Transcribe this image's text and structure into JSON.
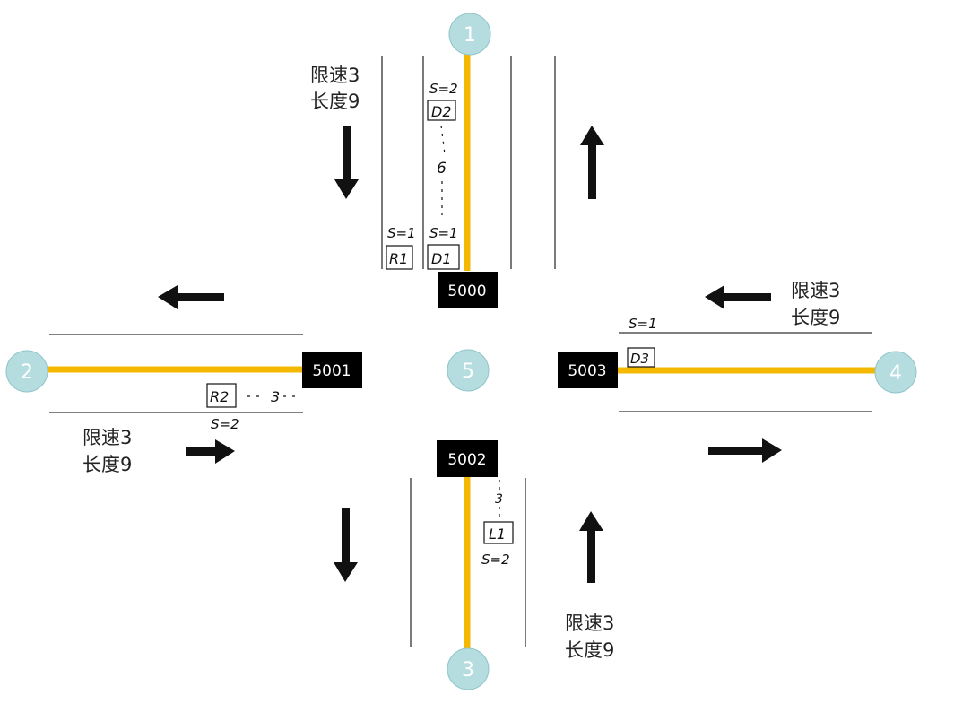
{
  "nodes": [
    {
      "id": "1",
      "label": "1"
    },
    {
      "id": "2",
      "label": "2"
    },
    {
      "id": "3",
      "label": "3"
    },
    {
      "id": "4",
      "label": "4"
    },
    {
      "id": "5",
      "label": "5"
    }
  ],
  "junctions": {
    "north": "5000",
    "west": "5001",
    "south": "5002",
    "east": "5003"
  },
  "road_labels": {
    "north": {
      "speed": "限速3",
      "length": "长度9"
    },
    "east": {
      "speed": "限速3",
      "length": "长度9"
    },
    "west": {
      "speed": "限速3",
      "length": "长度9"
    },
    "south": {
      "speed": "限速3",
      "length": "长度9"
    }
  },
  "annotations": {
    "d2_s": "S=2",
    "d2_box": "D2",
    "gap_north": "6",
    "d1_s": "S=1",
    "d1_box": "D1",
    "r1_s": "S=1",
    "r1_box": "R1",
    "d3_s": "S=1",
    "d3_box": "D3",
    "r2_box": "R2",
    "gap_west": "3",
    "r2_s": "S=2",
    "gap_south": "3",
    "l1_box": "L1",
    "l1_s": "S=2"
  },
  "colors": {
    "road_center": "#f5b800",
    "node_fill": "#b5dde0",
    "junction_fill": "#000000",
    "arrow": "#111111",
    "lane_line": "#333333"
  }
}
